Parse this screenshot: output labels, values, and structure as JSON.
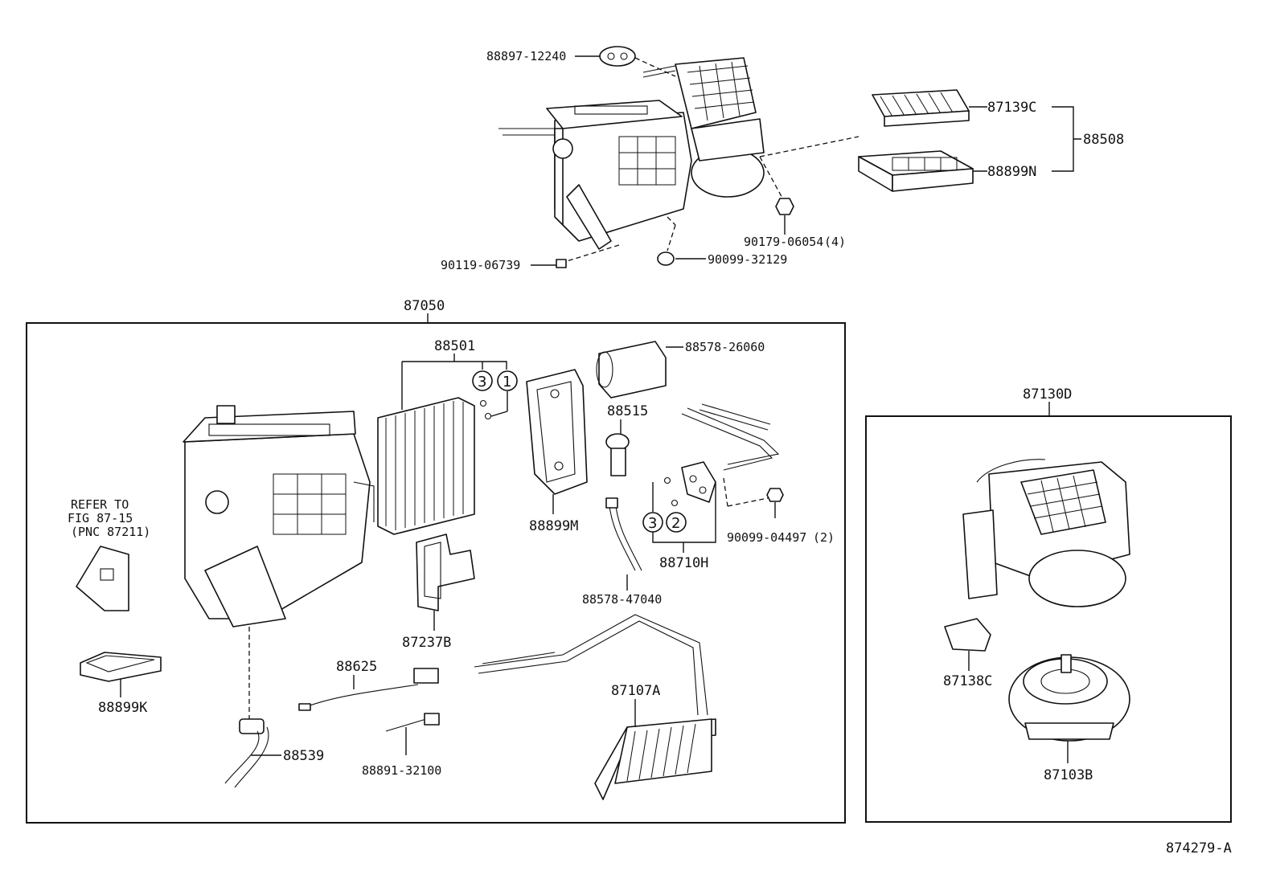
{
  "diagram_id": "874279-A",
  "top_assembly": {
    "labels": {
      "p88897_12240": "88897-12240",
      "p87139C": "87139C",
      "p88508": "88508",
      "p88899N": "88899N",
      "p90179_06054": "90179-06054",
      "p90179_06054_qty": "(4)",
      "p90119_06739": "90119-06739",
      "p90099_32129": "90099-32129"
    }
  },
  "main_box": {
    "title": "87050",
    "refer_note": {
      "line1": "REFER TO",
      "line2": "FIG 87-15",
      "line3": "(PNC 87211)"
    },
    "labels": {
      "p88501": "88501",
      "p88578_26060": "88578-26060",
      "p88515": "88515",
      "p88899M": "88899M",
      "p90099_04497": "90099-04497",
      "p90099_04497_qty": "(2)",
      "p88710H": "88710H",
      "p88578_47040": "88578-47040",
      "p87237B": "87237B",
      "p88899K": "88899K",
      "p88625": "88625",
      "p87107A": "87107A",
      "p88539": "88539",
      "p88891_32100": "88891-32100"
    },
    "callouts": {
      "c3a": "3",
      "c1": "1",
      "c3b": "3",
      "c2": "2"
    }
  },
  "right_box": {
    "title": "87130D",
    "labels": {
      "p87138C": "87138C",
      "p87103B": "87103B"
    }
  }
}
